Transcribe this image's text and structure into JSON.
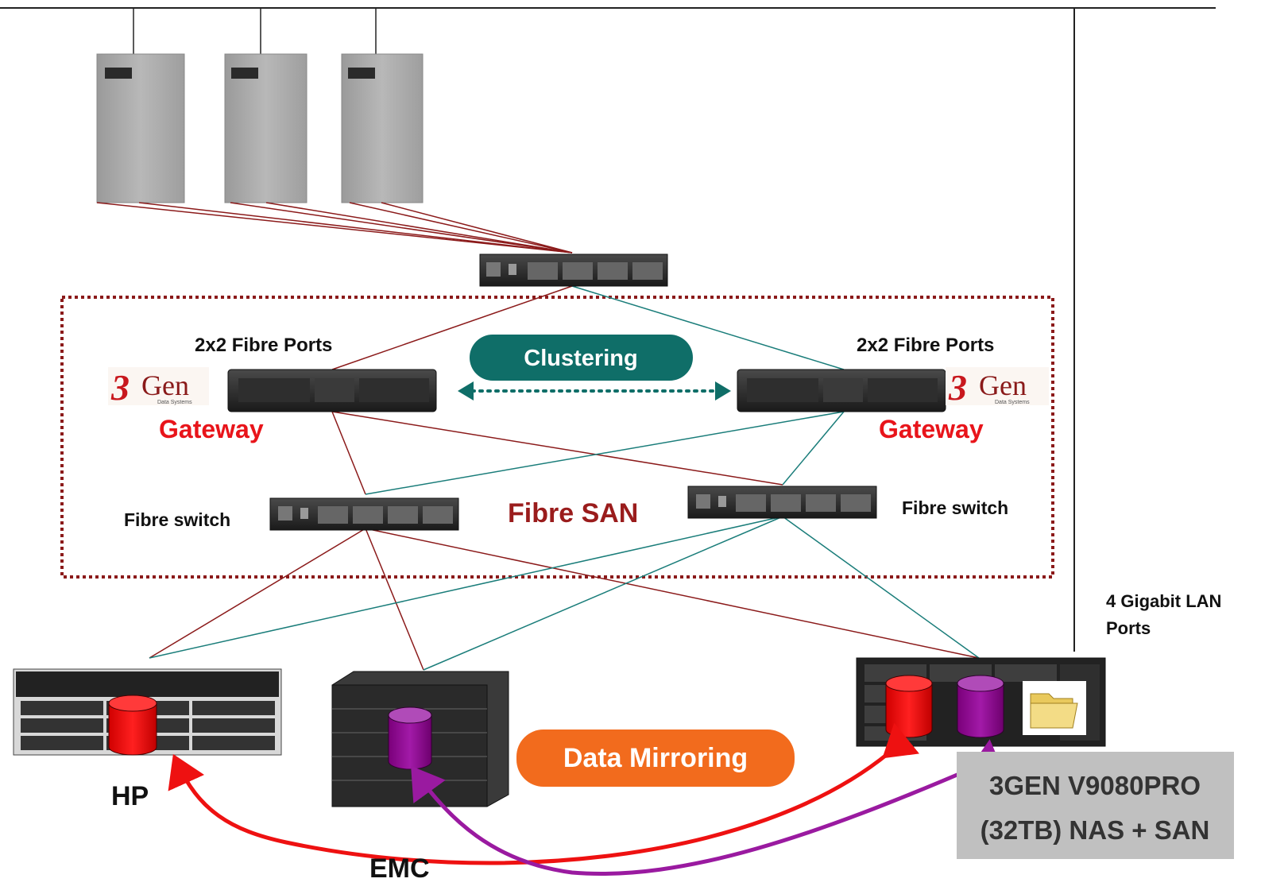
{
  "labels": {
    "ports_left": "2x2  Fibre Ports",
    "ports_right": "2x2  Fibre Ports",
    "clustering": "Clustering",
    "logo_left": "Gen",
    "logo_right": "Gen",
    "logo_digit": "3",
    "logo_sub": "Data Systems",
    "gateway_left": "Gateway",
    "gateway_right": "Gateway",
    "fibre_switch_left": "Fibre switch",
    "fibre_switch_right": "Fibre switch",
    "fibre_san": "Fibre SAN",
    "lan_ports_line1": "4 Gigabit LAN",
    "lan_ports_line2": "Ports",
    "data_mirroring": "Data Mirroring",
    "hp": "HP",
    "emc": "EMC",
    "product_line1": "3GEN V9080PRO",
    "product_line2": "(32TB) NAS + SAN"
  },
  "colors": {
    "red_link": "#8b1a1a",
    "teal_link": "#1a7d7a",
    "clustering_pill": "#0f6e68",
    "mirroring_pill": "#f26b1d",
    "gateway_text": "#e8141a",
    "fibre_san_text": "#9a1c1c",
    "mirror_red_arrow": "#ee1111",
    "mirror_purple_arrow": "#9a1aa0",
    "san_boundary": "#8b1a1a",
    "product_box": "#c0c0c0"
  }
}
